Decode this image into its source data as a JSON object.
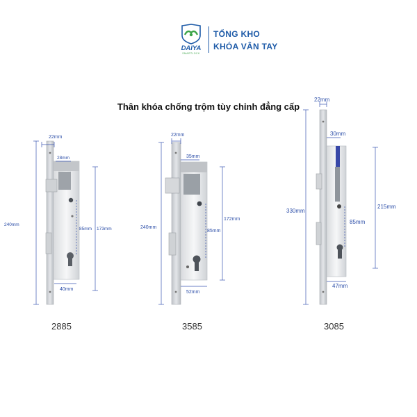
{
  "logo": {
    "brand": "DAIYA",
    "sub": "SMARTLOCK",
    "company_line1": "TỔNG KHO",
    "company_line2": "KHÓA VÂN TAY"
  },
  "headline": "Thân khóa chống trộm tùy chỉnh đẳng cấp",
  "locks": [
    {
      "model": "2885",
      "width": "22mm",
      "backset": "28mm",
      "height": "240mm",
      "span": "173mm",
      "center": "85mm",
      "bottom": "40mm"
    },
    {
      "model": "3585",
      "width": "22mm",
      "backset": "35mm",
      "height": "240mm",
      "span": "172mm",
      "center": "85mm",
      "bottom": "52mm"
    },
    {
      "model": "3085",
      "width": "22mm",
      "backset": "30mm",
      "height": "330mm",
      "span": "215mm",
      "center": "85mm",
      "bottom": "47mm"
    }
  ],
  "colors": {
    "brand": "#1e5ba8",
    "dimension": "#2c4ea8",
    "logo_green": "#3aa346"
  }
}
